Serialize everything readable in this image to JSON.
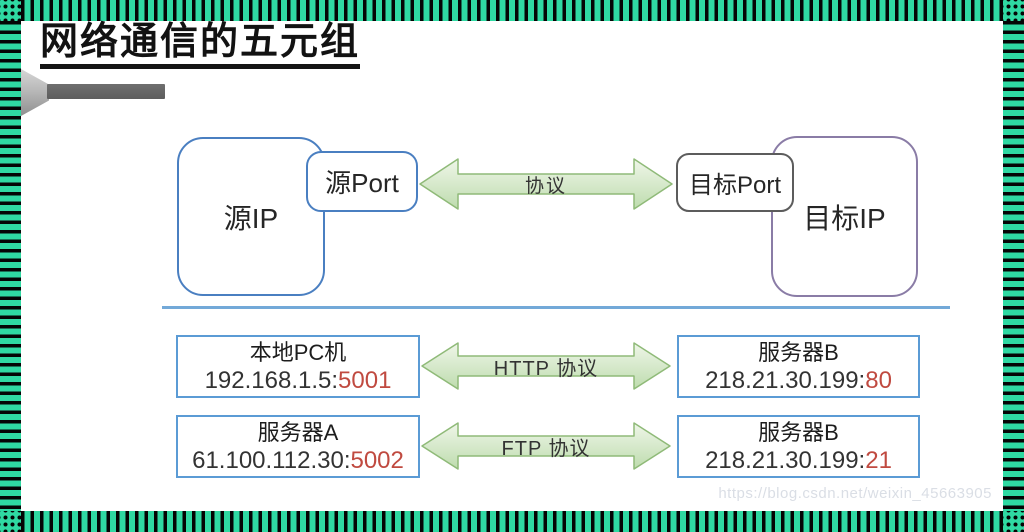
{
  "page": {
    "title_heading": "网络通信的五元组",
    "watermark": "https://blog.csdn.net/weixin_45663905"
  },
  "tuple_diagram": {
    "source_ip_label": "源IP",
    "source_port_label": "源Port",
    "protocol_label": "协议",
    "dest_port_label": "目标Port",
    "dest_ip_label": "目标IP"
  },
  "examples": [
    {
      "left_name": "本地PC机",
      "left_ip": "192.168.1.5",
      "sep": ":",
      "left_port": "5001",
      "protocol": "HTTP 协议",
      "right_name": "服务器B",
      "right_ip": "218.21.30.199",
      "right_port": "80"
    },
    {
      "left_name": "服务器A",
      "left_ip": "61.100.112.30",
      "sep": ":",
      "left_port": "5002",
      "protocol": "FTP 协议",
      "right_name": "服务器B",
      "right_ip": "218.21.30.199",
      "right_port": "21"
    }
  ],
  "colors": {
    "frame_green": "#2fd9a2",
    "frame_black": "#050505",
    "tuple_box_blue_border": "#4a7fc1",
    "dest_port_border": "#5c5c5c",
    "dest_ip_border": "#8a7ca6",
    "example_box_border": "#5b9bd5",
    "arrow_fill_light": "#eff6e9",
    "arrow_fill_dark": "#bedcae",
    "arrow_stroke": "#8fba78",
    "port_red": "#c04a40",
    "divider_blue": "#73a9d8"
  }
}
